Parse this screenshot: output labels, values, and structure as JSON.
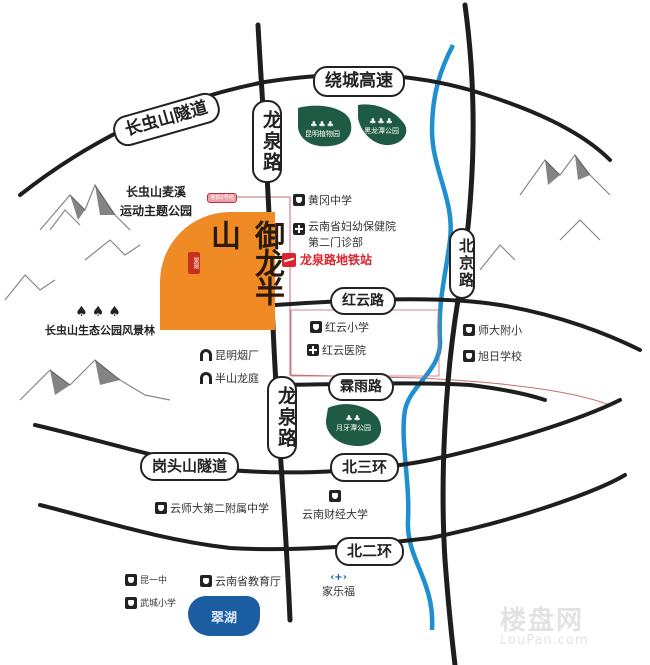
{
  "map": {
    "project": {
      "name": "御龙半山",
      "badge": "景观",
      "metro_line_tag": "地铁2号线"
    },
    "roads": {
      "changchongshan_tunnel": "长虫山隧道",
      "raocheng_expressway": "绕城高速",
      "longquan_road_north": "龙泉路",
      "longquan_road_south": "龙泉路",
      "beijing_road": "北京路",
      "hongyun_road": "红云路",
      "linyu_road": "霖雨路",
      "gangtoushan_tunnel": "岗头山隧道",
      "north_third_ring": "北三环",
      "north_second_ring": "北二环"
    },
    "parks": {
      "botanical_garden": "昆明植物园",
      "heilongtan_park": "黑龙潭公园",
      "yueyatan_park": "月牙潭公园",
      "changchong_maixi": "长虫山麦溪\n运动主题公园",
      "changchong_maixi_line1": "长虫山麦溪",
      "changchong_maixi_line2": "运动主题公园",
      "changchong_eco_forest": "长虫山生态公园风景林"
    },
    "water": {
      "cuihu": "翠湖"
    },
    "metro": {
      "station": "龙泉路地铁站"
    },
    "pois": {
      "huanggang_middle_school": "黄冈中学",
      "maternal_hospital_line1": "云南省妇幼保健院",
      "maternal_hospital_line2": "第二门诊部",
      "hongyun_primary": "红云小学",
      "hongyun_hospital": "红云医院",
      "shida_fuxiao": "师大附小",
      "xuri_school": "旭日学校",
      "kunming_tobacco": "昆明烟厂",
      "banshan_longting": "半山龙庭",
      "yunshida_second_middle": "云师大第二附属中学",
      "yunnan_finance_univ": "云南财经大学",
      "kunyizhong": "昆一中",
      "wucheng_primary": "武城小学",
      "education_dept": "云南省教育厅",
      "carrefour": "家乐福"
    },
    "watermark": {
      "cn": "楼盘网",
      "en": "LouPan.com"
    },
    "colors": {
      "road": "#1e1e1e",
      "river": "#1e8fcf",
      "park": "#1f5a44",
      "metro": "#d8242c",
      "logo": "#f08a24",
      "lake": "#1a5da0"
    }
  }
}
